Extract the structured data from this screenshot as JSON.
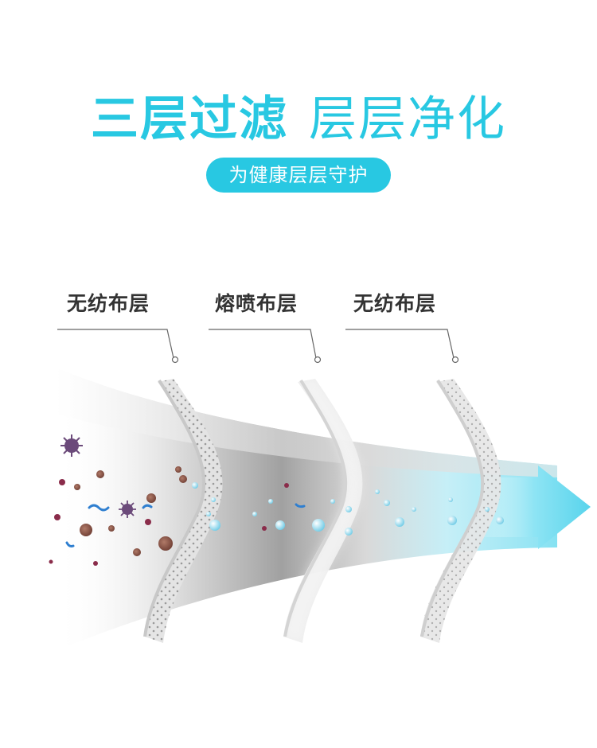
{
  "colors": {
    "accent": "#28c8e2",
    "text_dark": "#333333",
    "line": "#666666"
  },
  "headline": {
    "bold_part": "三层过滤",
    "light_part": "层层净化"
  },
  "tagline": "为健康层层守护",
  "layers": [
    {
      "label": "无纺布层"
    },
    {
      "label": "熔喷布层"
    },
    {
      "label": "无纺布层"
    }
  ]
}
